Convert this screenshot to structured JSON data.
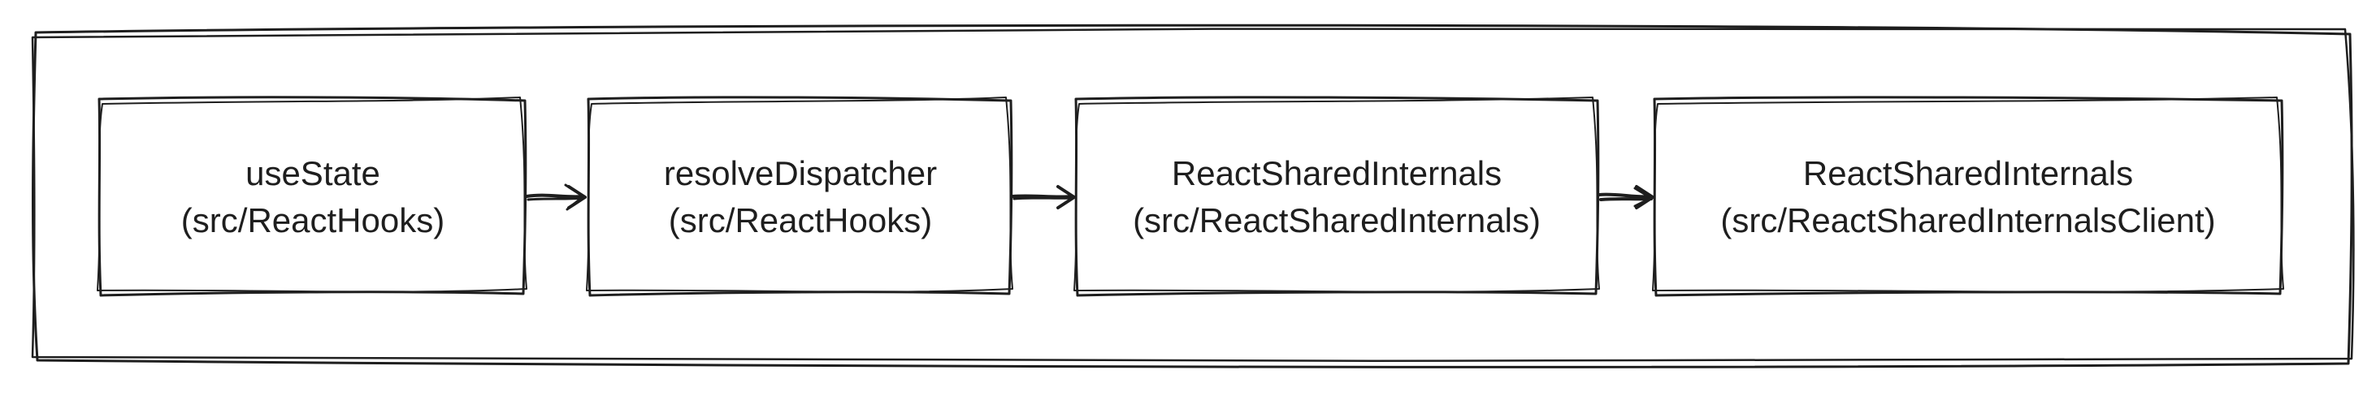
{
  "diagram": {
    "nodes": [
      {
        "line1": "useState",
        "line2": "(src/ReactHooks)"
      },
      {
        "line1": "resolveDispatcher",
        "line2": "(src/ReactHooks)"
      },
      {
        "line1": "ReactSharedInternals",
        "line2": "(src/ReactSharedInternals)"
      },
      {
        "line1": "ReactSharedInternals",
        "line2": "(src/ReactSharedInternalsClient)"
      }
    ],
    "stroke_color": "#1e1e1e"
  }
}
